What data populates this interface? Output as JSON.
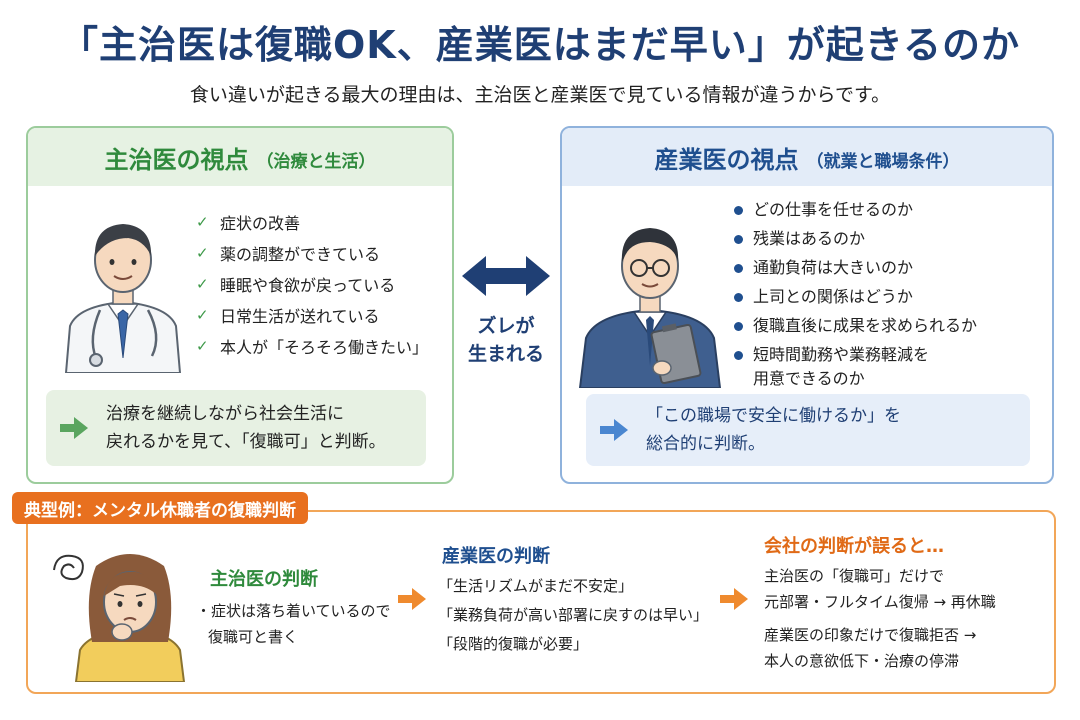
{
  "title": "「主治医は復職OK、産業医はまだ早い」が起きるのか",
  "subtitle": "食い違いが起きる最大の理由は、主治医と産業医で見ている情報が違うからです。",
  "left_panel": {
    "heading": "主治医の視点",
    "subheading": "（治療と生活）",
    "items": [
      "症状の改善",
      "薬の調整ができている",
      "睡眠や食欲が戻っている",
      "日常生活が送れている",
      "本人が「そろそろ働きたい」"
    ],
    "conclusion_line1": "治療を継続しながら社会生活に",
    "conclusion_line2": "戻れるかを見て、「復職可」と判断。"
  },
  "right_panel": {
    "heading": "産業医の視点",
    "subheading": "（就業と職場条件）",
    "items": [
      "どの仕事を任せるのか",
      "残業はあるのか",
      "通勤負荷は大きいのか",
      "上司との関係はどうか",
      "復職直後に成果を求められるか"
    ],
    "item_last_line1": "短時間勤務や業務軽減を",
    "item_last_line2": "用意できるのか",
    "conclusion_line1": "「この職場で安全に働けるか」を",
    "conclusion_line2": "総合的に判断。"
  },
  "middle": {
    "label_line1": "ズレが",
    "label_line2": "生まれる"
  },
  "example": {
    "tag": "典型例：メンタル休職者の復職判断",
    "gp": {
      "heading": "主治医の判断",
      "line1": "・症状は落ち着いているので",
      "line2": "復職可と書く"
    },
    "op": {
      "heading": "産業医の判断",
      "lines": [
        "「生活リズムがまだ不安定」",
        "「業務負荷が高い部署に戻すのは早い」",
        "「段階的復職が必要」"
      ]
    },
    "company": {
      "heading": "会社の判断が誤ると…",
      "case1_line1": "主治医の「復職可」だけで",
      "case1_line2": "元部署・フルタイム復帰 → 再休職",
      "case2_line1": "産業医の印象だけで復職拒否 →",
      "case2_line2": "本人の意欲低下・治療の停滞"
    }
  },
  "colors": {
    "title": "#1f3f74",
    "green": "#2f8a3c",
    "blue": "#1f4f8f",
    "orange": "#e8701f"
  }
}
